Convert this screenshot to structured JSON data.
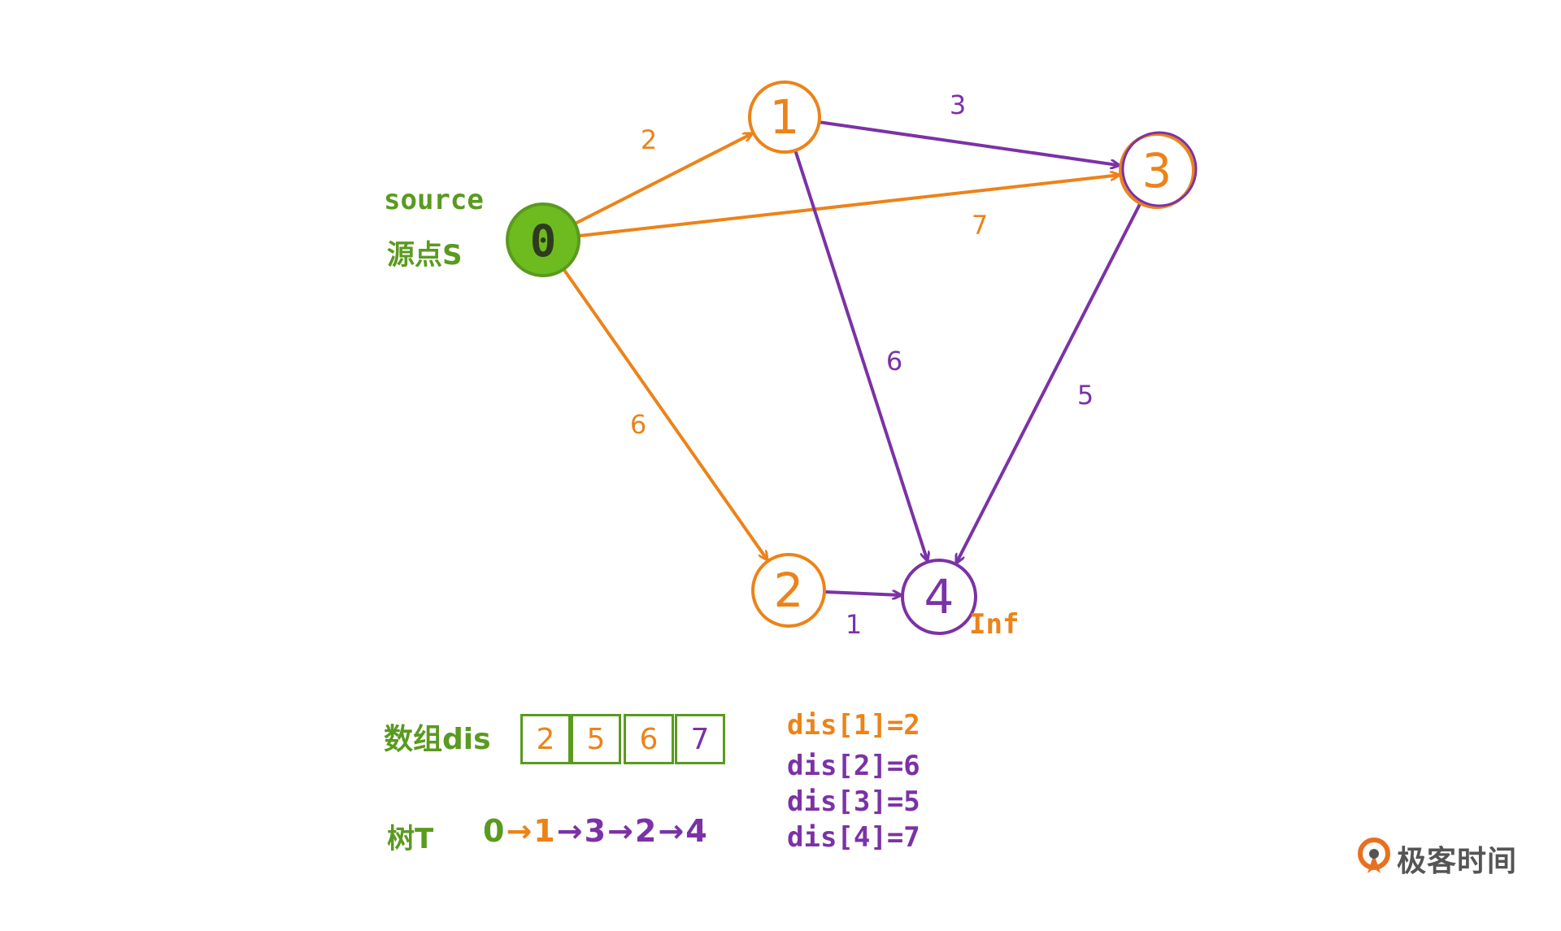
{
  "colors": {
    "green": "#5a9a1f",
    "green_fill": "#6dbb1e",
    "orange": "#ec8319",
    "purple": "#7b32a6",
    "logo_gray": "#555555",
    "logo_orange": "#e8701f"
  },
  "source_label": "source",
  "source_label_cn": "源点S",
  "nodes": [
    {
      "id": "0",
      "label": "0",
      "color": "green"
    },
    {
      "id": "1",
      "label": "1",
      "color": "orange"
    },
    {
      "id": "2",
      "label": "2",
      "color": "orange"
    },
    {
      "id": "3",
      "label": "3",
      "color": "orange"
    },
    {
      "id": "4",
      "label": "4",
      "color": "purple"
    }
  ],
  "edges": [
    {
      "from": "0",
      "to": "1",
      "weight": "2",
      "color": "orange"
    },
    {
      "from": "0",
      "to": "3",
      "weight": "7",
      "color": "orange"
    },
    {
      "from": "0",
      "to": "2",
      "weight": "6",
      "color": "orange"
    },
    {
      "from": "1",
      "to": "3",
      "weight": "3",
      "color": "purple"
    },
    {
      "from": "1",
      "to": "4",
      "weight": "6",
      "color": "purple"
    },
    {
      "from": "3",
      "to": "4",
      "weight": "5",
      "color": "purple"
    },
    {
      "from": "2",
      "to": "4",
      "weight": "1",
      "color": "purple"
    }
  ],
  "node4_annotation": "Inf",
  "array_label": "数组dis",
  "array_cells": [
    {
      "value": "2",
      "color": "orange"
    },
    {
      "value": "5",
      "color": "orange"
    },
    {
      "value": "6",
      "color": "orange"
    },
    {
      "value": "7",
      "color": "purple"
    }
  ],
  "tree_label": "树T",
  "tree_path": [
    {
      "text": "0",
      "color": "green"
    },
    {
      "text": "→",
      "color": "orange"
    },
    {
      "text": "1",
      "color": "orange"
    },
    {
      "text": "→",
      "color": "purple"
    },
    {
      "text": "3",
      "color": "purple"
    },
    {
      "text": "→",
      "color": "purple"
    },
    {
      "text": "2",
      "color": "purple"
    },
    {
      "text": "→",
      "color": "purple"
    },
    {
      "text": "4",
      "color": "purple"
    }
  ],
  "dis_lines": [
    {
      "text": "dis[1]=2",
      "color": "orange"
    },
    {
      "text": "dis[2]=6",
      "color": "purple"
    },
    {
      "text": "dis[3]=5",
      "color": "purple"
    },
    {
      "text": "dis[4]=7",
      "color": "purple"
    }
  ],
  "logo_text": "极客时间",
  "logo_icon": "geektime-logo-icon"
}
